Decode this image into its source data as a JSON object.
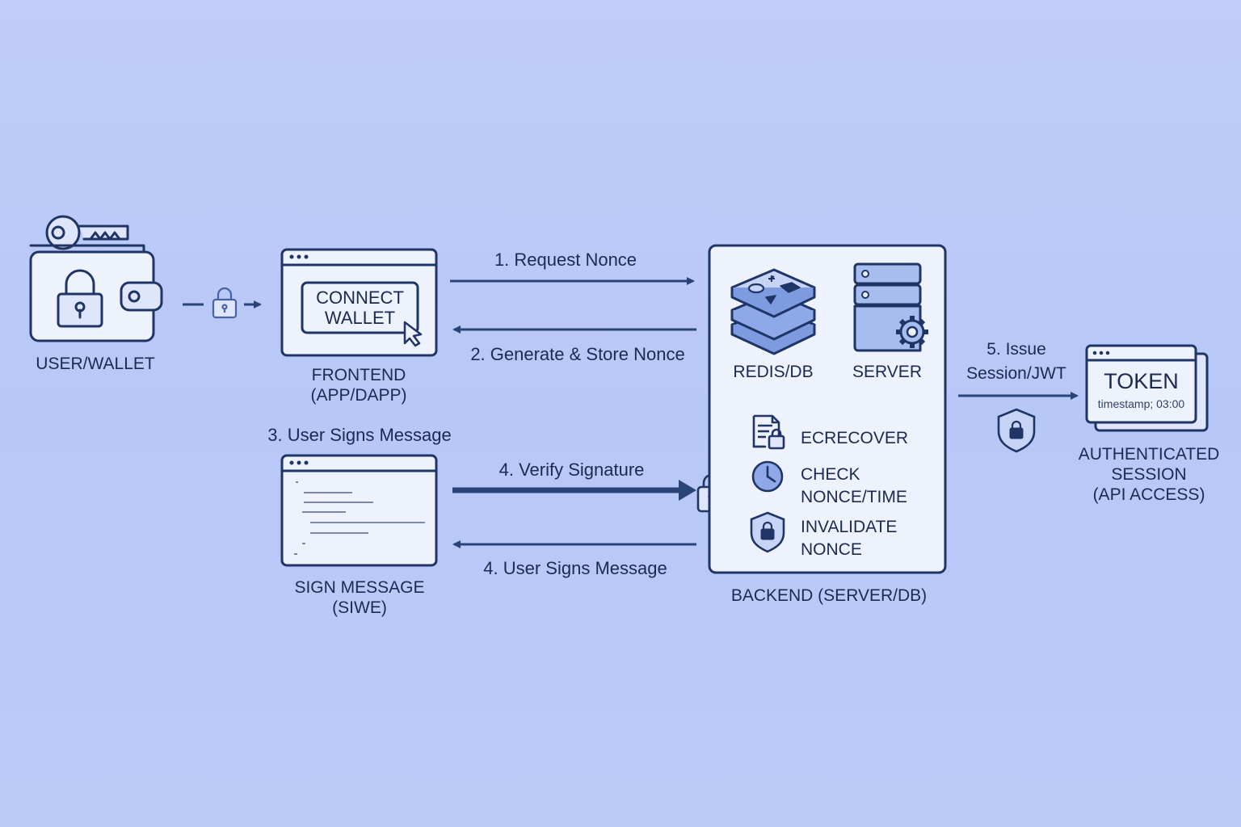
{
  "wallet": {
    "label": "USER/WALLET"
  },
  "frontend": {
    "button_line1": "CONNECT",
    "button_line2": "WALLET",
    "label_line1": "FRONTEND",
    "label_line2": "(APP/DAPP)"
  },
  "flow": {
    "step1": "1. Request Nonce",
    "step2": "2. Generate & Store Nonce",
    "step3": "3. User Signs Message",
    "step4_verify": "4. Verify Signature",
    "step4_sign": "4. User Signs Message",
    "step5_line1": "5. Issue",
    "step5_line2": "Session/JWT"
  },
  "sign_message": {
    "label_line1": "SIGN MESSAGE",
    "label_line2": "(SIWE)"
  },
  "backend": {
    "db_label": "REDIS/DB",
    "server_label": "SERVER",
    "ecrecover": "ECRECOVER",
    "check_line1": "CHECK",
    "check_line2": "NONCE/TIME",
    "invalidate_line1": "INVALIDATE",
    "invalidate_line2": "NONCE",
    "label": "BACKEND (SERVER/DB)"
  },
  "token": {
    "title": "TOKEN",
    "timestamp": "timestamp; 03:00"
  },
  "session": {
    "line1": "AUTHENTICATED",
    "line2": "SESSION",
    "line3": "(API ACCESS)"
  },
  "colors": {
    "stroke": "#1f3566",
    "card": "#eef2fd",
    "accent": "#6f8fd8",
    "background": "#bccaf7"
  }
}
